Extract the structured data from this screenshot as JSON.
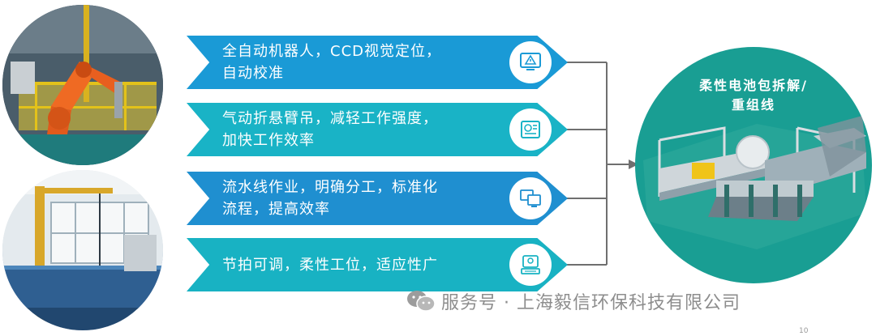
{
  "colors": {
    "banner_1": "#1a9ad6",
    "banner_2": "#19b3c6",
    "banner_3": "#1f8fd0",
    "banner_4": "#18b2c3",
    "connector": "#6f6f6f",
    "result_circle": "#199e93"
  },
  "banners": [
    {
      "text": "全自动机器人，CCD视觉定位，\n自动校准",
      "icon": "monitor-alert-icon"
    },
    {
      "text": "气动折悬臂吊，减轻工作强度，\n加快工作效率",
      "icon": "machine-panel-icon"
    },
    {
      "text": "流水线作业，明确分工，标准化\n流程，提高效率",
      "icon": "computers-icon"
    },
    {
      "text": "节拍可调，柔性工位，适应性广",
      "icon": "workstation-icon"
    }
  ],
  "photos": [
    {
      "subject": "orange-industrial-robot"
    },
    {
      "subject": "pneumatic-cantilever-hoist"
    }
  ],
  "result": {
    "title": "柔性电池包拆解/\n重组线"
  },
  "watermark": {
    "text": "服务号 · 上海毅信环保科技有限公司",
    "icon": "wechat-icon"
  },
  "page_number": "10"
}
